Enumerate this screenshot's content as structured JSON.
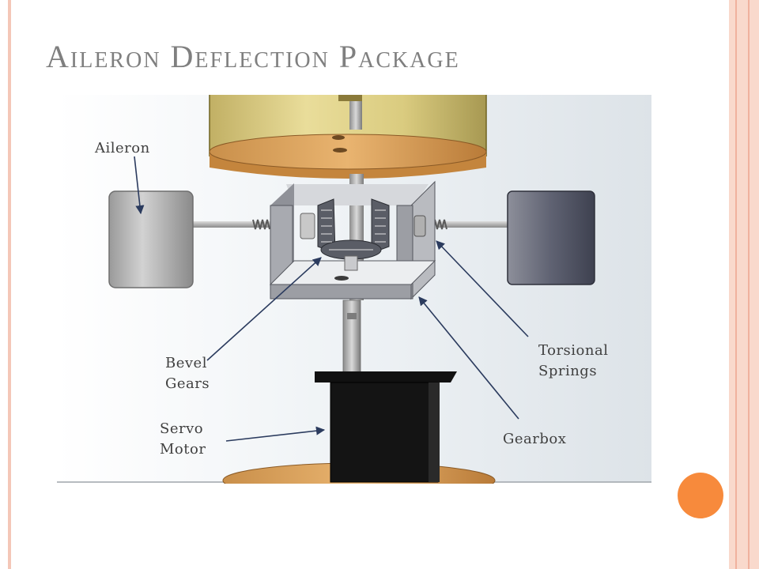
{
  "slide": {
    "title": "Aileron Deflection Package",
    "accent_color": "#f78a3c",
    "frame_color": "#f4c7b8"
  },
  "diagram": {
    "labels": {
      "aileron": "Aileron",
      "bevel_gears": "Bevel\nGears",
      "servo_motor": "Servo\nMotor",
      "torsional_springs": "Torsional\nSprings",
      "gearbox": "Gearbox"
    }
  }
}
